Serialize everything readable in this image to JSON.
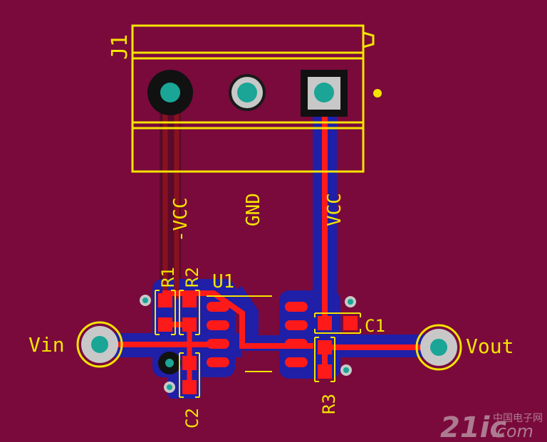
{
  "connector": {
    "ref": "J1"
  },
  "nets": {
    "neg_vcc": "-VCC",
    "gnd": "GND",
    "vcc": "VCC",
    "vin": "Vin",
    "vout": "Vout"
  },
  "components": {
    "r1": "R1",
    "r2": "R2",
    "r3": "R3",
    "c1": "C1",
    "c2": "C2",
    "u1": "U1"
  },
  "watermark": {
    "latin": "21ic",
    "dotcom": ".com",
    "chinese": "中国电子网"
  },
  "colors": {
    "board": "#7a0a3c",
    "silkscreen": "#f5e400",
    "top_copper": "#ff1a1a",
    "bottom_copper": "#1f1fa8",
    "pad_hole": "#1aa596",
    "pad_ring": "#c8c8c8"
  }
}
